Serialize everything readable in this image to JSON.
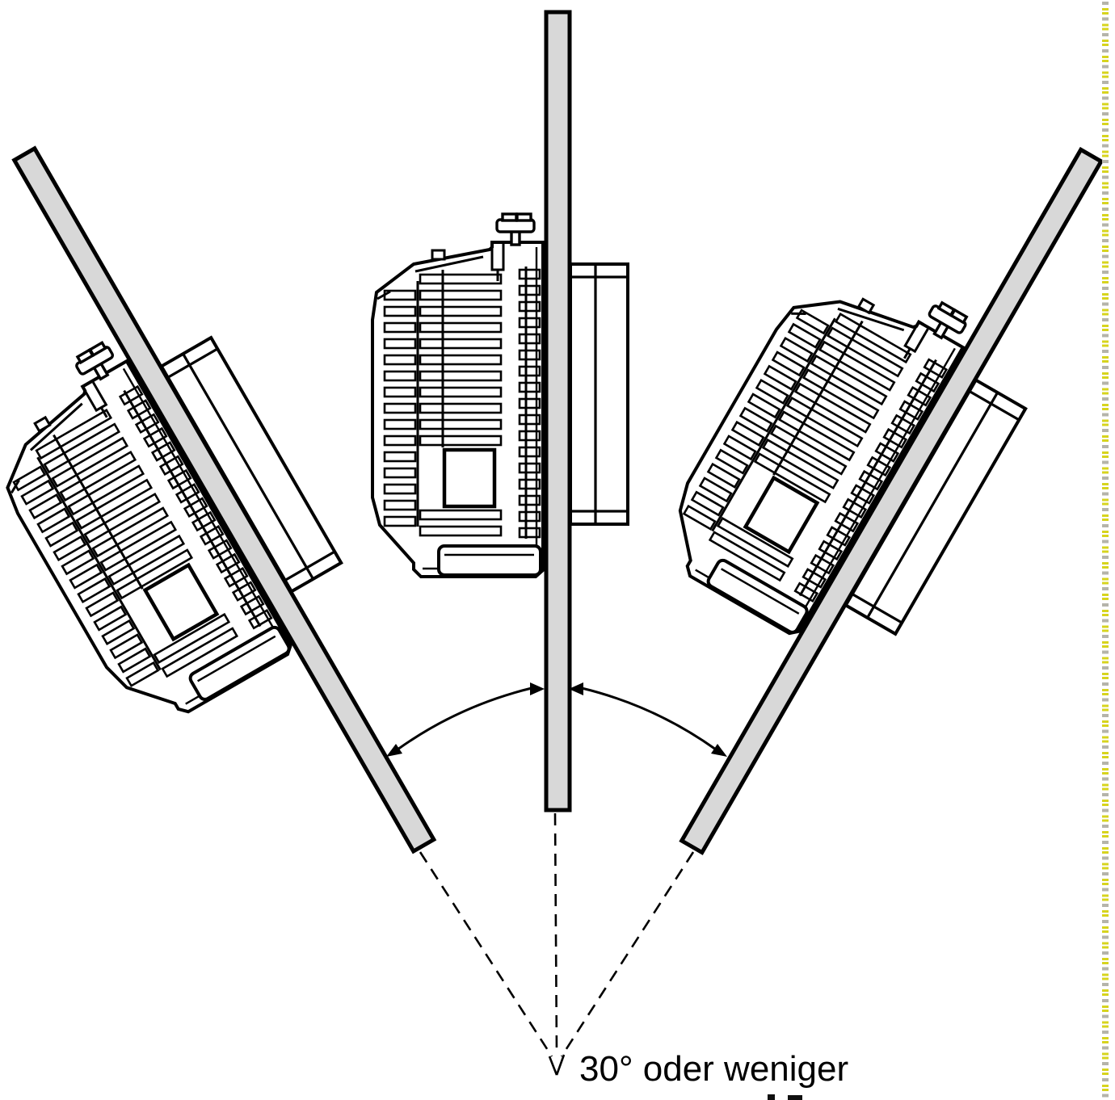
{
  "diagram": {
    "description": "Mounting-angle illustration: DIN module on panel shown upright and tilted left/right",
    "angle_label": "30° oder weniger",
    "max_angle_degrees": 30,
    "assemblies": [
      {
        "id": "left-tilted",
        "rotation_deg": -30
      },
      {
        "id": "upright",
        "rotation_deg": 0
      },
      {
        "id": "right-tilted",
        "rotation_deg": 30
      }
    ],
    "colors": {
      "line": "#000000",
      "panel_fill": "#d8d8d8",
      "background": "#ffffff",
      "edge_mark_yellow": "#d7d41e",
      "edge_mark_gray": "#b5b4aa"
    }
  }
}
